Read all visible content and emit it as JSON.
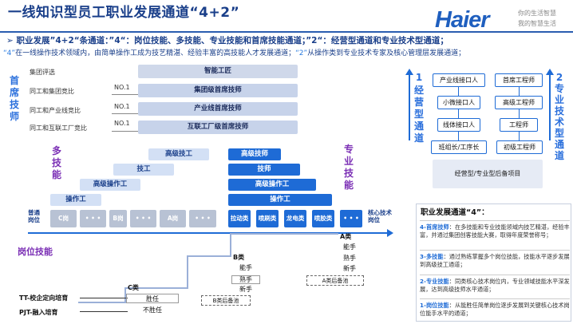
{
  "header": {
    "title": "一线知识型员工职业发展通道“4+2”",
    "logo": "Haier",
    "slogan_line1": "你的生活智慧",
    "slogan_line2": "我的智慧生活"
  },
  "intro": {
    "line1": "➢ 职业发展”4+2“条通道：”4“：岗位技能、多技能、专业技能和首席技能通道；”2“：经营型通道和专业技术型通道；",
    "line2_a": "“4”",
    "line2_b": "在一线操作技术领域内，由简单操作工成为技艺精湛、经验丰富的高技能人才发展通道；",
    "line2_c": "“2”",
    "line2_d": "从操作类到专业技术专家及核心管理层发展通道；"
  },
  "labels": {
    "chief": "首席技师",
    "multi": "多技能",
    "professional": "专业技能",
    "post_skill": "岗位技能",
    "business_channel_num": "1",
    "business_channel": "经营型通道",
    "tech_channel_num": "2",
    "tech_channel": "专业技术型通道",
    "general_post": "普通岗位",
    "core_tech": "核心技术岗位"
  },
  "chief_rows": [
    {
      "left": "集团评选",
      "no": "",
      "bar": "智能工匠"
    },
    {
      "left": "同工和集团竞比",
      "no": "NO.1",
      "bar": "集团级首席技师"
    },
    {
      "left": "同工和产业线竞比",
      "no": "NO.1",
      "bar": "产业线首席技师"
    },
    {
      "left": "同工和互联工厂竞比",
      "no": "NO.1",
      "bar": "互联工厂级首席技师"
    }
  ],
  "multi_stairs": [
    "高级技工",
    "技工",
    "高级操作工",
    "操作工"
  ],
  "pro_stairs": [
    "高级技师",
    "技师",
    "高级操作工",
    "操作工"
  ],
  "general_boxes": [
    "C岗",
    "• • •",
    "B岗",
    "• • •",
    "A岗",
    "• • •"
  ],
  "core_boxes": [
    "拉动类",
    "喷刷类",
    "龙电类",
    "喷胶类",
    "• • •"
  ],
  "right_panel": {
    "biz": [
      "产业线接口人",
      "小微接口人",
      "线体接口人",
      "班组长/工序长"
    ],
    "tech": [
      "首席工程师",
      "高级工程师",
      "工程师",
      "初级工程师"
    ],
    "bottom": "经营型/专业型后备项目"
  },
  "post_skill": {
    "tt": "TT-校企定向培育",
    "pjt": "PJT-融入培育",
    "c_title": "C类",
    "c_rows": [
      "胜任",
      "不胜任"
    ],
    "c_reserve": "B类后备池",
    "b_title": "B类",
    "b_rows": [
      "能手",
      "熟手",
      "新手"
    ],
    "b_reserve": "A类后备池",
    "a_title": "A类",
    "a_rows": [
      "能手",
      "熟手",
      "新手"
    ]
  },
  "info": {
    "title": "职业发展通道“4”：",
    "items": [
      {
        "head": "4-首席技师",
        "body": "：在多技能和专业技能领域内技艺精湛，经验丰富，并通过集团创客技能大赛，取得年度荣誉称号；"
      },
      {
        "head": "3-多技能",
        "body": "：通过熟练掌握多个岗位技能，技能水平逐步发展到高级技工通道；"
      },
      {
        "head": "2-专业技能",
        "body": "：同类核心技术岗位内，专业领域技能水平深发展，达到高级技师水平通道；"
      },
      {
        "head": "1-岗位技能",
        "body": "：从能胜任简单岗位逐步发展到关键核心技术岗位能手水平的通道；"
      }
    ]
  }
}
